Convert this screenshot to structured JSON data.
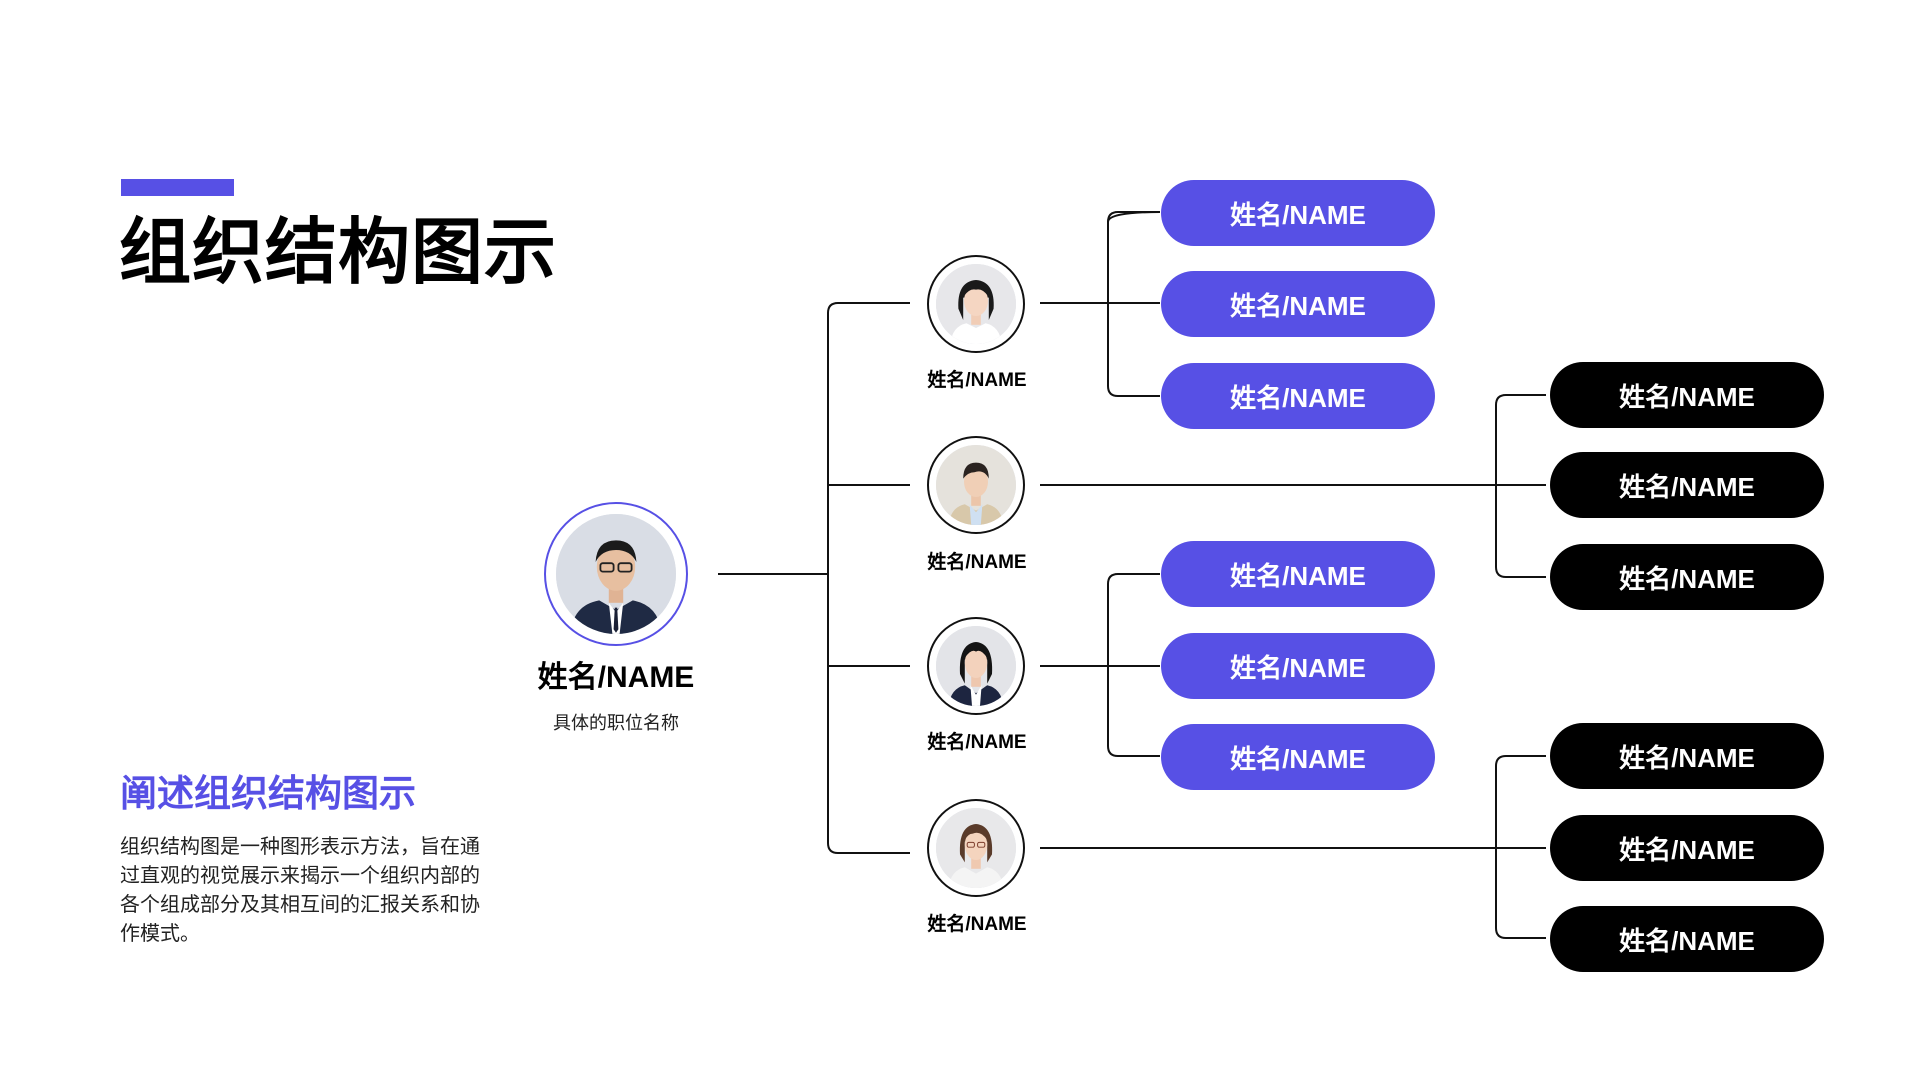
{
  "title": "组织结构图示",
  "description_title": "阐述组织结构图示",
  "description_text": "组织结构图是一种图形表示方法，旨在通过直观的视觉展示来揭示一个组织内部的各个组成部分及其相互间的汇报关系和协作模式。",
  "root": {
    "name": "姓名/NAME",
    "role": "具体的职位名称"
  },
  "managers": [
    {
      "name": "姓名/NAME",
      "avatar": "female-portrait-1"
    },
    {
      "name": "姓名/NAME",
      "avatar": "male-portrait-2"
    },
    {
      "name": "姓名/NAME",
      "avatar": "female-portrait-3"
    },
    {
      "name": "姓名/NAME",
      "avatar": "female-portrait-4"
    }
  ],
  "purple_group_1": [
    "姓名/NAME",
    "姓名/NAME",
    "姓名/NAME"
  ],
  "purple_group_2": [
    "姓名/NAME",
    "姓名/NAME",
    "姓名/NAME"
  ],
  "black_group_1": [
    "姓名/NAME",
    "姓名/NAME",
    "姓名/NAME"
  ],
  "black_group_2": [
    "姓名/NAME",
    "姓名/NAME",
    "姓名/NAME"
  ],
  "colors": {
    "accent": "#5750E5",
    "dark": "#000000",
    "connector": "#111111"
  }
}
